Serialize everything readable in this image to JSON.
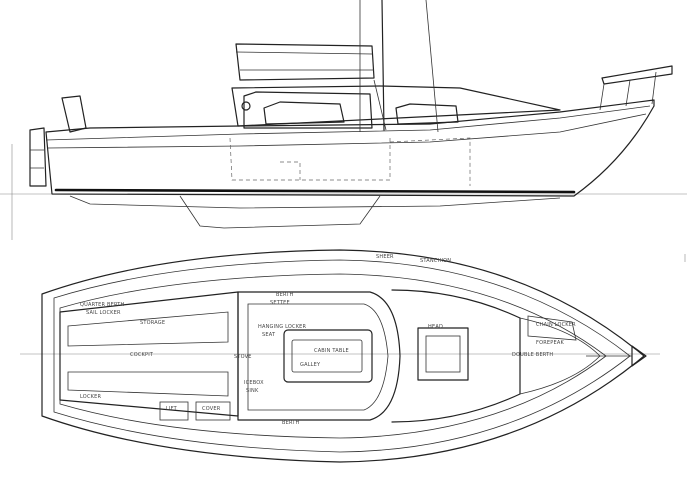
{
  "drawing": {
    "plan_labels": {
      "sheer_label": "SHEER",
      "stanchion_label": "STANCHION",
      "quarter_berth_label": "QUARTER BERTH",
      "settee_label": "SETTEE",
      "cockpit_label": "COCKPIT",
      "hanging_locker_label": "HANGING LOCKER",
      "cabin_table_label": "CABIN TABLE",
      "galley_label": "GALLEY",
      "berth_label_top": "BERTH",
      "berth_label_bottom": "BERTH",
      "sink_label": "SINK",
      "head_label": "HEAD",
      "icebox_label": "ICEBOX",
      "forepeak_label": "FOREPEAK",
      "chain_locker_label": "CHAIN LOCKER",
      "double_berth_label": "DOUBLE BERTH",
      "seat_label": "SEAT",
      "stove_label": "STOVE",
      "locker_label": "LOCKER",
      "lift_label": "LIFT",
      "cover_label": "COVER",
      "storage_label": "STORAGE",
      "sail_locker_label": "SAIL LOCKER"
    }
  }
}
